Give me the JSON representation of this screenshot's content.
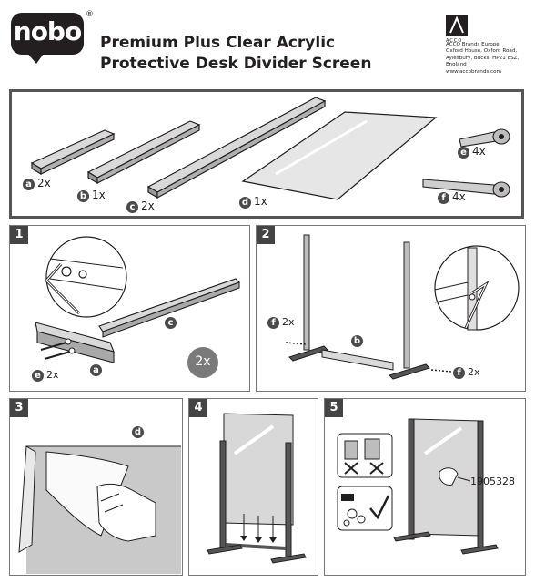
{
  "header": {
    "logo_text": "nobo",
    "logo_reg": "®",
    "title_line1": "Premium Plus Clear Acrylic",
    "title_line2": "Protective Desk Divider Screen",
    "company_logo_text": "ACCO",
    "company_address": [
      "ACCO Brands Europe",
      "Oxford House, Oxford Road,",
      "Aylesbury, Bucks, HP21 8SZ,",
      "England",
      "www.accobrands.com"
    ]
  },
  "parts": [
    {
      "letter": "a",
      "qty": "2x"
    },
    {
      "letter": "b",
      "qty": "1x"
    },
    {
      "letter": "c",
      "qty": "2x"
    },
    {
      "letter": "d",
      "qty": "1x"
    },
    {
      "letter": "e",
      "qty": "4x"
    },
    {
      "letter": "f",
      "qty": "4x"
    }
  ],
  "steps": {
    "step1": {
      "number": "1",
      "label_c": "c",
      "label_a": "a",
      "label_e": "e",
      "qty_e": "2x",
      "badge": "2x"
    },
    "step2": {
      "number": "2",
      "label_b": "b",
      "label_f1": "f",
      "qty_f1": "2x",
      "label_f2": "f",
      "qty_f2": "2x"
    },
    "step3": {
      "number": "3",
      "label_d": "d"
    },
    "step4": {
      "number": "4"
    },
    "step5": {
      "number": "5",
      "product_code": "1905328"
    }
  },
  "colors": {
    "frame": "#555555",
    "ink": "#231f20",
    "badge": "#4a4a4a"
  }
}
